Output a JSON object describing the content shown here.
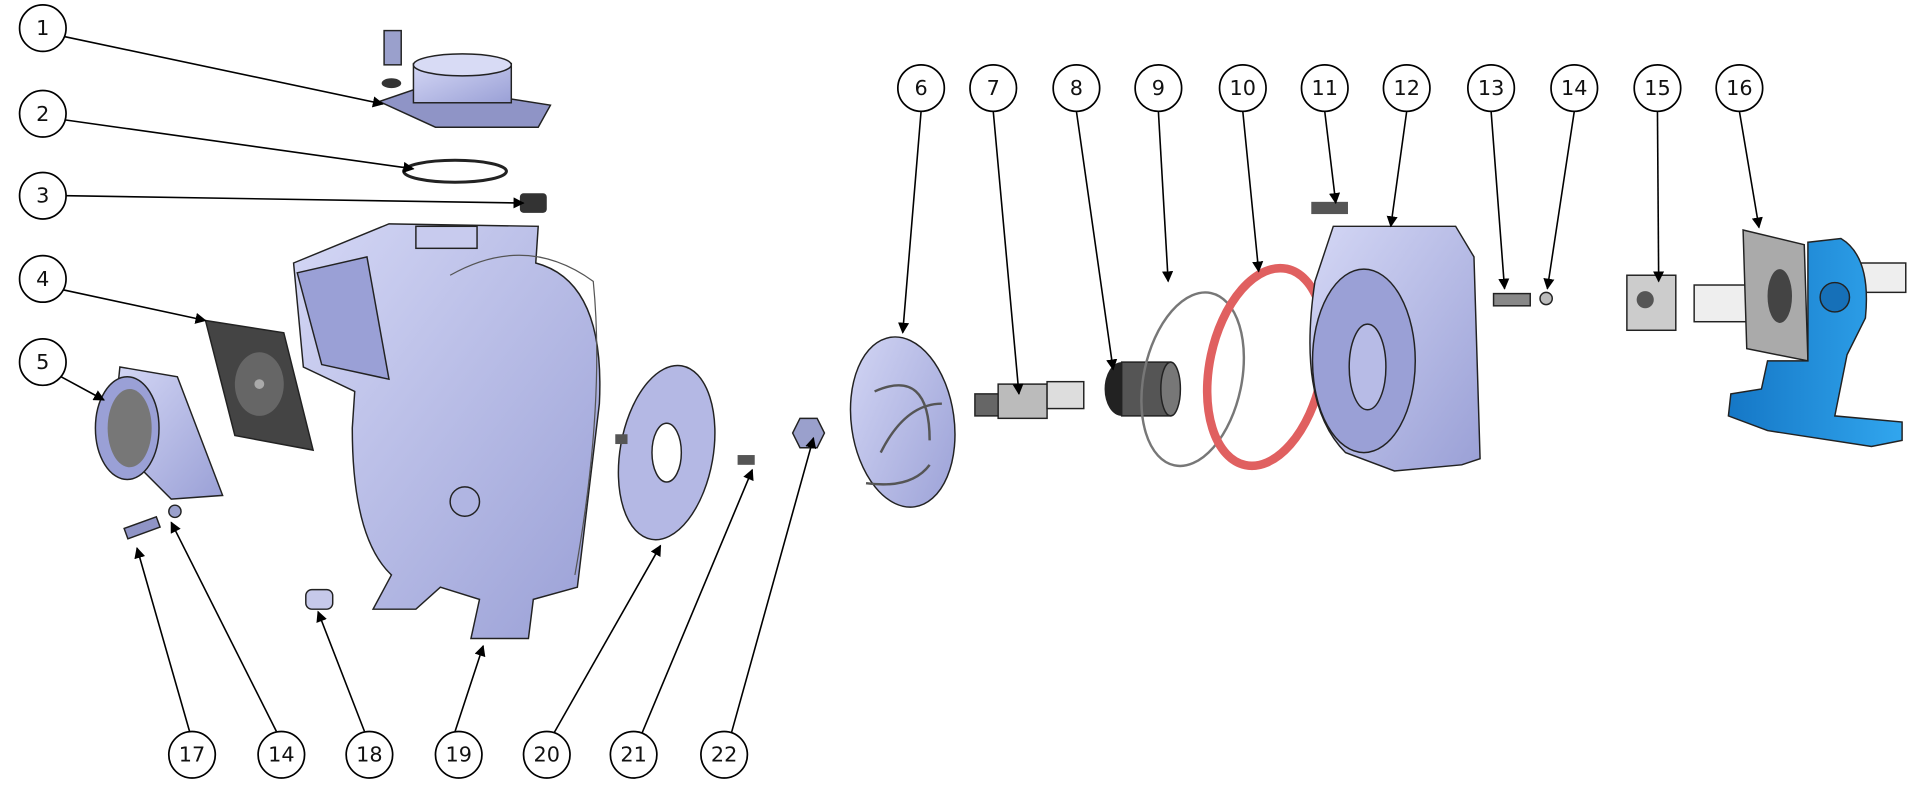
{
  "diagram": {
    "type": "exploded-assembly",
    "balloons_top_left": [
      "1",
      "2",
      "3",
      "4",
      "5"
    ],
    "balloons_top_right": [
      "6",
      "7",
      "8",
      "9",
      "10",
      "11",
      "12",
      "13",
      "14",
      "15",
      "16"
    ],
    "balloons_bottom": [
      "17",
      "14",
      "18",
      "19",
      "20",
      "21",
      "22"
    ]
  },
  "colors": {
    "casing": "#b9bde9",
    "casing_dark": "#8c91c4",
    "gasket": "#e06060",
    "motor": "#1e8ad8",
    "shaft": "#e6e2ea",
    "dark_part": "#3a3a3a",
    "plate": "#555555"
  }
}
